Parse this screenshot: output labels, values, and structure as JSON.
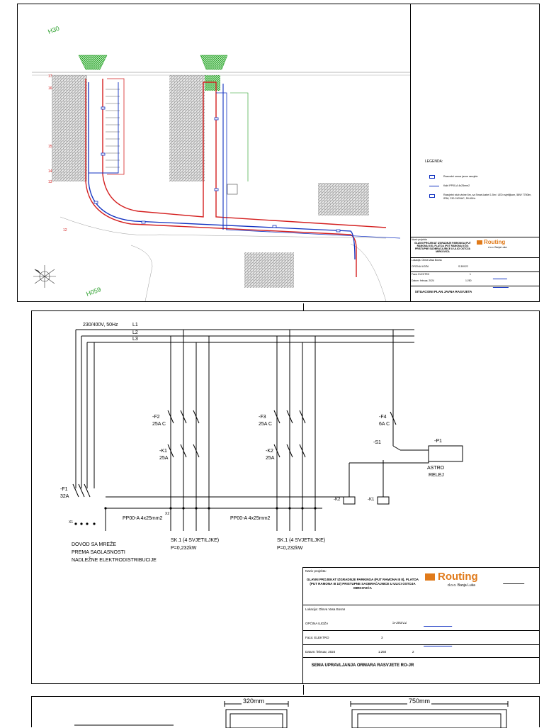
{
  "sheet1": {
    "coord_top": "H30",
    "coord_bottom": "H059",
    "row_numbers": [
      "17",
      "16",
      "15",
      "14",
      "13",
      "12"
    ],
    "legend": {
      "title": "LEGENDA:",
      "items": [
        "Razvodni ormar javne rasvjete",
        "Kabl PP00-A 4x25mm2",
        "Rasvjetni stub visine 6m, sa Smart-kabel 1.5m i LED svjetiljkom, 58W 7750lm, IP66, 230-240VAC, 50-60Hz"
      ]
    },
    "title_block": {
      "project_label": "Naziv projekta:",
      "project_name": "GLAVNI PROJEKAT IZGRADNJE PARKINGA (PUT RAMONA III 8), PLATOA (PUT RAMONA III 10) PRISTUPNE SAOBRAĆAJNICE U ULICI OSTOJA MIRKOVIĆA",
      "company": "Routing",
      "company_sub": "d.o.o. Banja Luka",
      "location": "Lokacija: Obrva Vasa Bosna",
      "municipality": "OPĆINA ILIDŽA",
      "faza": "Faza: ELEKTRO",
      "datum": "Datum: februar, 2024",
      "broj": "S-300/22",
      "page": "1",
      "scale": "1:250",
      "crtez": "SITUACIONI PLAN JAVNA RASVJETA"
    }
  },
  "sheet2": {
    "supply": "230/400V, 50Hz",
    "phases": [
      "L1",
      "L2",
      "L3"
    ],
    "f1": "-F1",
    "f1_rating": "32A",
    "f2": "-F2",
    "f2_rating": "25A C",
    "f3": "-F3",
    "f3_rating": "25A C",
    "f4": "-F4",
    "f4_rating": "6A C",
    "k1": "-K1",
    "k1_rating": "25A",
    "k2": "-K2",
    "k2_rating": "25A",
    "s1": "-S1",
    "p1": "-P1",
    "astro": "ASTRO",
    "astro2": "RELEJ",
    "coil_k2": "-K2",
    "coil_k1": "-K1",
    "x1": "X1",
    "x2": "X2",
    "cable_left": "PP00-A 4x25mm2",
    "cable_right": "PP00-A 4x25mm2",
    "sk1_label": "SK.1 (4 SVJETILJKE)",
    "sk1_power": "P=0,232kW",
    "sk2_label": "SK.1 (4 SVJETILJKE)",
    "sk2_power": "P=0,232kW",
    "supply_note_1": "DOVOD SA MREŽE",
    "supply_note_2": "PREMA SAGLASNOSTI",
    "supply_note_3": "NADLEŽNE ELEKTRODISTRIBUCIJE",
    "title_block": {
      "project_label": "Naziv projekta:",
      "project_name": "GLAVNI PROJEKAT IZGRADNJE PARKINGA (PUT RAMONA III 8), PLATOA (PUT RAMONA III 10) PRISTUPNE SAOBRAĆAJNICE U ULICI OSTOJA MIRKOVIĆA",
      "company": "Routing",
      "company_sub": "d.o.o. Banja Luka",
      "location": "Lokacija: Obrva Vasa Bosna",
      "municipality": "OPĆINA ILIDŽA",
      "faza": "Faza: ELEKTRO",
      "datum": "Datum: februar, 2024",
      "broj": "S-300/22",
      "page": "3",
      "scale": "1:250",
      "sheet_no": "2",
      "crtez": "ŠEMA UPRAVLJANJA ORMARA RASVJETE RO-JR"
    }
  },
  "sheet3": {
    "dim_left": "320mm",
    "dim_right": "750mm"
  }
}
